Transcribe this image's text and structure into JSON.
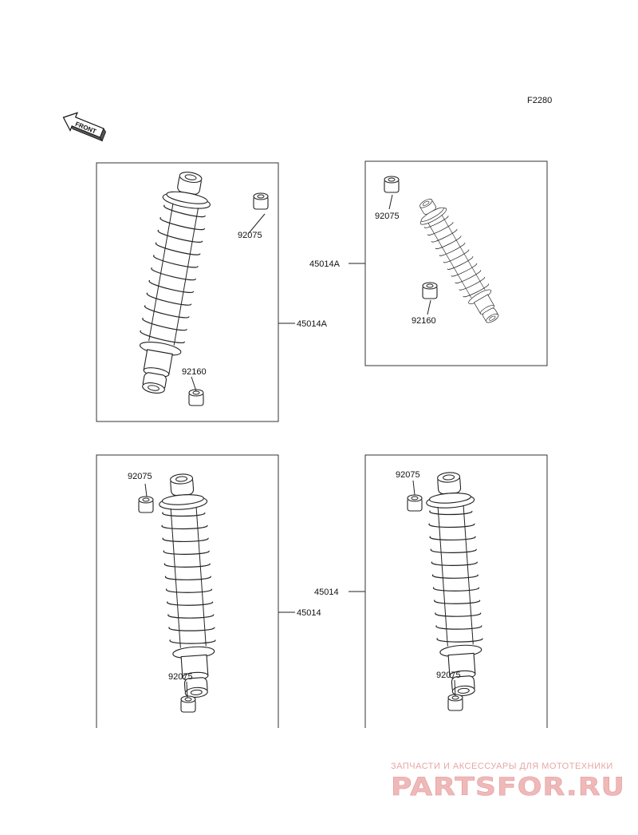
{
  "diagram": {
    "code": "F2280",
    "front_arrow": {
      "text": "FRONT",
      "icon": "front-direction-arrow-icon"
    },
    "panels": [
      {
        "id": "top-left",
        "assembly": "45014A",
        "parts": [
          "92075",
          "92160"
        ]
      },
      {
        "id": "top-right",
        "assembly": "45014A",
        "parts": [
          "92075",
          "92160"
        ]
      },
      {
        "id": "bottom-left",
        "assembly": "45014",
        "parts": [
          "92075",
          "92075"
        ]
      },
      {
        "id": "bottom-right",
        "assembly": "45014",
        "parts": [
          "92075",
          "92075"
        ]
      }
    ]
  },
  "watermark": {
    "tagline": "ЗАПЧАСТИ И АКСЕССУАРЫ ДЛЯ МОТОТЕХНИКИ",
    "logo": "PARTSFOR.RU",
    "color": "#e7a6a6"
  }
}
